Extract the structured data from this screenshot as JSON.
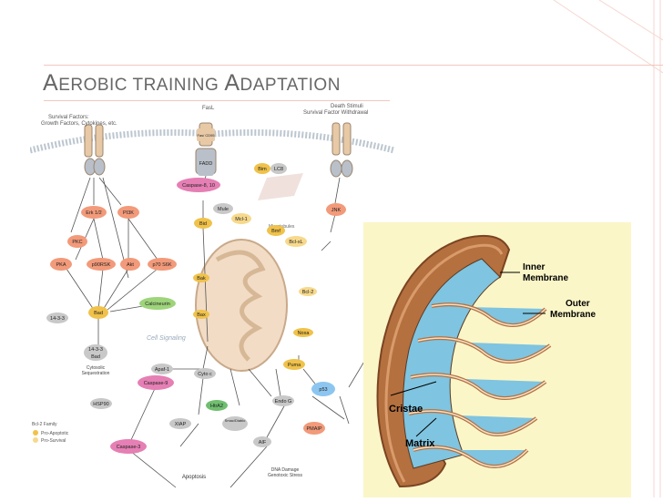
{
  "title": {
    "first_cap": "A",
    "first_rest": "erobic training",
    "second_cap": "A",
    "second_rest": "daptation"
  },
  "pathway": {
    "top_left_label_1": "Survival Factors:",
    "top_left_label_2": "Growth Factors, Cytokines, etc.",
    "top_mid_label": "FasL",
    "top_right_label_1": "Death Stimuli",
    "top_right_label_2": "Survival Factor Withdrawal",
    "receptor_mid": "Fas/ CD95",
    "nodes": {
      "fadd": "FADD",
      "caspase_8_10": "Caspase-8, 10",
      "bid": "Bid",
      "mule": "Mule",
      "mcl1": "Mcl-1",
      "bim": "Bim",
      "lc8": "LC8",
      "bmf": "Bmf",
      "bcl_xl": "Bcl-xL",
      "jnk": "JNK",
      "erk": "Erk 1/2",
      "pi3k": "PI3K",
      "pkc": "PKC",
      "pka": "PKA",
      "p90rsk": "p90RSK",
      "akt": "Akt",
      "p70s6k": "p70 S6K",
      "calcineurin": "Calcineurin",
      "bad": "Bad",
      "bak": "Bak",
      "bax": "Bax",
      "bcl2": "Bcl-2",
      "noxa": "Noxa",
      "puma": "Puma",
      "p53": "p53",
      "apaf1": "Apaf-1",
      "cytc": "Cyto c",
      "caspase9": "Caspase-9",
      "smac": "Smac/Diablo",
      "htra2": "HtrA2",
      "xiap": "XIAP",
      "aif": "AIF",
      "endog": "Endo G",
      "caspase3": "Caspase-3",
      "hsp90": "HSP90",
      "apoptosis": "Apoptosis",
      "dna_damage_1": "DNA Damage",
      "dna_damage_2": "Genotoxic Stress",
      "p1433": "14-3-3",
      "p1433b": "14-3-3",
      "cytosolic_1": "Cytosolic",
      "cytosolic_2": "Sequestration",
      "pmaip": "PMAIP",
      "bcl_family": "Bcl-2 Family",
      "pro_apoptotic": "Pro-Apoptotic",
      "pro_survival": "Pro-Survival",
      "microtubules": "Microtubules",
      "watermark": "Cell Signaling"
    }
  },
  "mitochondrion": {
    "inner_membrane_1": "Inner",
    "inner_membrane_2": "Membrane",
    "outer_membrane_1": "Outer",
    "outer_membrane_2": "Membrane",
    "cristae": "Cristae",
    "matrix": "Matrix"
  },
  "colors": {
    "title": "#676767",
    "rule": "#f3c7bf",
    "mito_bg": "#fbf6c8",
    "matrix": "#7fc4e0",
    "membrane": "#a0522d"
  }
}
